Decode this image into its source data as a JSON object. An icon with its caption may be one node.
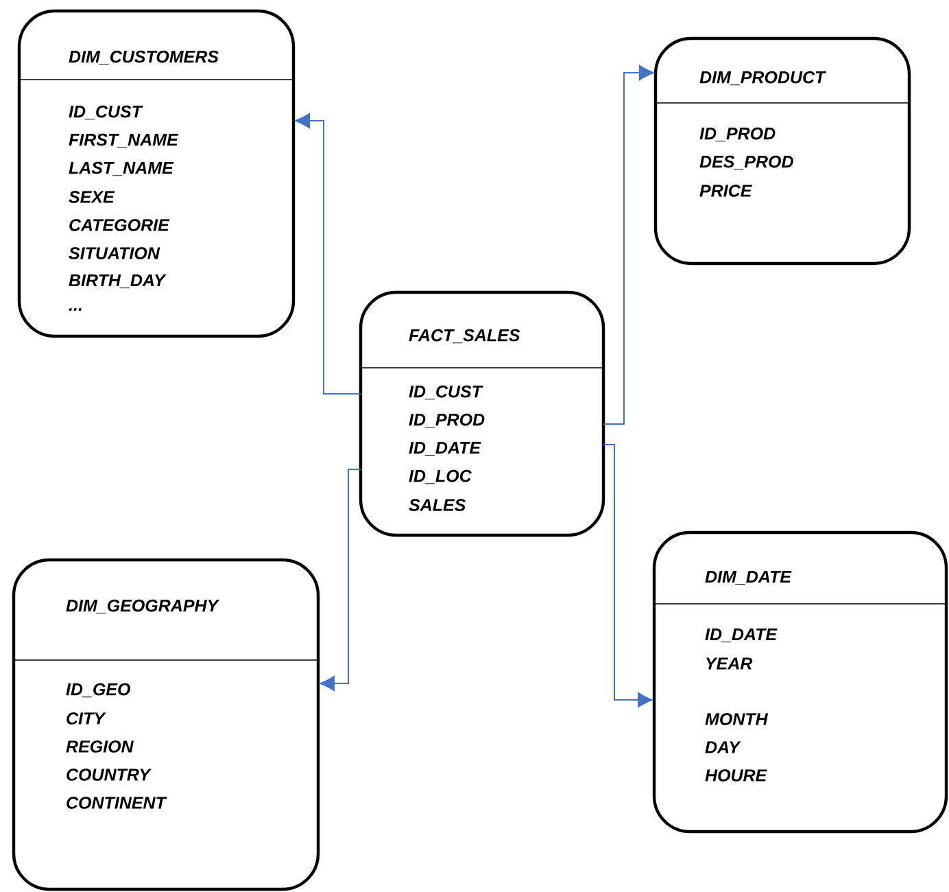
{
  "diagram": {
    "nodes": [
      {
        "text": [
          "DIM_CUSTOMERS",
          "ID_CUST",
          "FIRST_NAME",
          "LAST_NAME",
          "SEXE",
          "CATEGORIE",
          "SITUATION",
          "BIRTH_DAY",
          "..."
        ]
      },
      {
        "text": [
          "DIM_PRODUCT",
          "ID_PROD",
          "DES_PROD",
          "PRICE"
        ]
      },
      {
        "text": [
          "FACT_SALES",
          "ID_CUST",
          "ID_PROD",
          "ID_DATE",
          "ID_LOC",
          "SALES"
        ]
      },
      {
        "text": [
          "DIM_GEOGRAPHY",
          "ID_GEO",
          "CITY",
          "REGION",
          "COUNTRY",
          "CONTINENT"
        ]
      },
      {
        "text": [
          "DIM_DATE",
          "ID_DATE",
          "YEAR",
          "MONTH",
          "DAY",
          "HOURE"
        ]
      }
    ],
    "edges": [
      {
        "from": 2,
        "to": 0,
        "arrow": "to"
      },
      {
        "from": 2,
        "to": 1,
        "arrow": "to"
      },
      {
        "from": 2,
        "to": 4,
        "arrow": "to"
      },
      {
        "from": 2,
        "to": 3,
        "arrow": "to"
      }
    ]
  }
}
